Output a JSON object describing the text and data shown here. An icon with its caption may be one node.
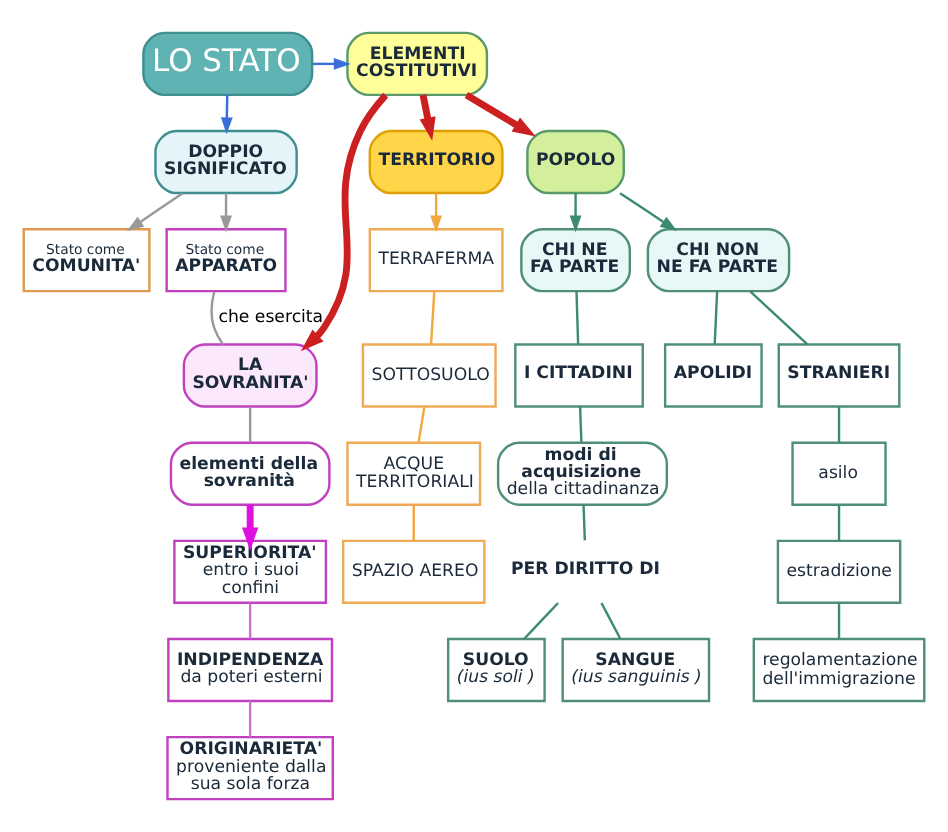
{
  "diagram": {
    "nodes": [
      {
        "text": [
          "LO STATO"
        ]
      },
      {
        "text": [
          "DOPPIO SIGNIFICATO"
        ]
      },
      {
        "text": [
          "Stato come",
          "COMUNITA'"
        ]
      },
      {
        "text": [
          "Stato come",
          "APPARATO"
        ]
      },
      {
        "text": [
          "LA SOVRANITA'"
        ]
      },
      {
        "text": [
          "elementi della sovranità"
        ]
      },
      {
        "text": [
          "SUPERIORITA'",
          "entro i suoi confini"
        ]
      },
      {
        "text": [
          "INDIPENDENZA",
          "da poteri esterni"
        ]
      },
      {
        "text": [
          "ORIGINARIETA'",
          "proveniente dalla sua sola forza"
        ]
      },
      {
        "text": [
          "ELEMENTI COSTITUTIVI"
        ]
      },
      {
        "text": [
          "TERRITORIO"
        ]
      },
      {
        "text": [
          "TERRAFERMA"
        ]
      },
      {
        "text": [
          "SOTTOSUOLO"
        ]
      },
      {
        "text": [
          "ACQUE TERRITORIALI"
        ]
      },
      {
        "text": [
          "SPAZIO AEREO"
        ]
      },
      {
        "text": [
          "POPOLO"
        ]
      },
      {
        "text": [
          "CHI NE FA PARTE"
        ]
      },
      {
        "text": [
          "CHI NON NE FA PARTE"
        ]
      },
      {
        "text": [
          "I CITTADINI"
        ]
      },
      {
        "text": [
          "modi di acquisizione",
          "della cittadinanza"
        ]
      },
      {
        "text": [
          "PER DIRITTO DI"
        ]
      },
      {
        "text": [
          "SUOLO",
          "(ius soli )"
        ]
      },
      {
        "text": [
          "SANGUE",
          "(ius sanguinis )"
        ]
      },
      {
        "text": [
          "APOLIDI"
        ]
      },
      {
        "text": [
          "STRANIERI"
        ]
      },
      {
        "text": [
          "asilo"
        ]
      },
      {
        "text": [
          "estradizione"
        ]
      },
      {
        "text": [
          "regolamentazione dell'immigrazione"
        ]
      }
    ],
    "edges": [
      {
        "from": 0,
        "to": 1,
        "arrow": "to",
        "color": "#3a6fd8"
      },
      {
        "from": 1,
        "to": 2,
        "arrow": "to",
        "color": "#999999"
      },
      {
        "from": 1,
        "to": 3,
        "arrow": "to",
        "color": "#999999"
      },
      {
        "from": 3,
        "to": 4,
        "arrow": "none",
        "label": "che esercita",
        "color": "#999999"
      },
      {
        "from": 4,
        "to": 5,
        "arrow": "none",
        "color": "#999999"
      },
      {
        "from": 5,
        "to": 6,
        "arrow": "to",
        "style": "thick",
        "color": "#e010e0"
      },
      {
        "from": 6,
        "to": 7,
        "arrow": "none",
        "color": "#d070d0"
      },
      {
        "from": 7,
        "to": 8,
        "arrow": "none",
        "color": "#d070d0"
      },
      {
        "from": 0,
        "to": 9,
        "arrow": "to",
        "color": "#3a6fd8"
      },
      {
        "from": 9,
        "to": 4,
        "arrow": "to",
        "style": "thick",
        "color": "#cc2020"
      },
      {
        "from": 9,
        "to": 10,
        "arrow": "to",
        "style": "thick",
        "color": "#cc2020"
      },
      {
        "from": 9,
        "to": 15,
        "arrow": "to",
        "style": "thick",
        "color": "#cc2020"
      },
      {
        "from": 10,
        "to": 11,
        "arrow": "to",
        "color": "#f0a840"
      },
      {
        "from": 11,
        "to": 12,
        "arrow": "none",
        "color": "#f0a840"
      },
      {
        "from": 12,
        "to": 13,
        "arrow": "none",
        "color": "#f0a840"
      },
      {
        "from": 13,
        "to": 14,
        "arrow": "none",
        "color": "#f0a840"
      },
      {
        "from": 15,
        "to": 16,
        "arrow": "to"
      },
      {
        "from": 15,
        "to": 17,
        "arrow": "to"
      },
      {
        "from": 16,
        "to": 18,
        "arrow": "none"
      },
      {
        "from": 18,
        "to": 19,
        "arrow": "none"
      },
      {
        "from": 19,
        "to": 20,
        "arrow": "none"
      },
      {
        "from": 20,
        "to": 21,
        "arrow": "none"
      },
      {
        "from": 20,
        "to": 22,
        "arrow": "none"
      },
      {
        "from": 17,
        "to": 23,
        "arrow": "none"
      },
      {
        "from": 17,
        "to": 24,
        "arrow": "none"
      },
      {
        "from": 24,
        "to": 25,
        "arrow": "none"
      },
      {
        "from": 25,
        "to": 26,
        "arrow": "none"
      },
      {
        "from": 26,
        "to": 27,
        "arrow": "none"
      }
    ]
  }
}
